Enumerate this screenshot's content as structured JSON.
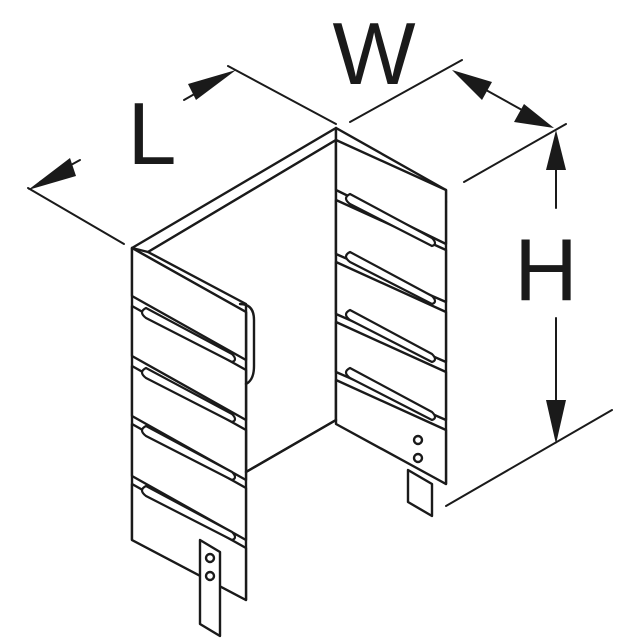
{
  "diagram": {
    "labels": {
      "width": "W",
      "length": "L",
      "height": "H"
    }
  }
}
